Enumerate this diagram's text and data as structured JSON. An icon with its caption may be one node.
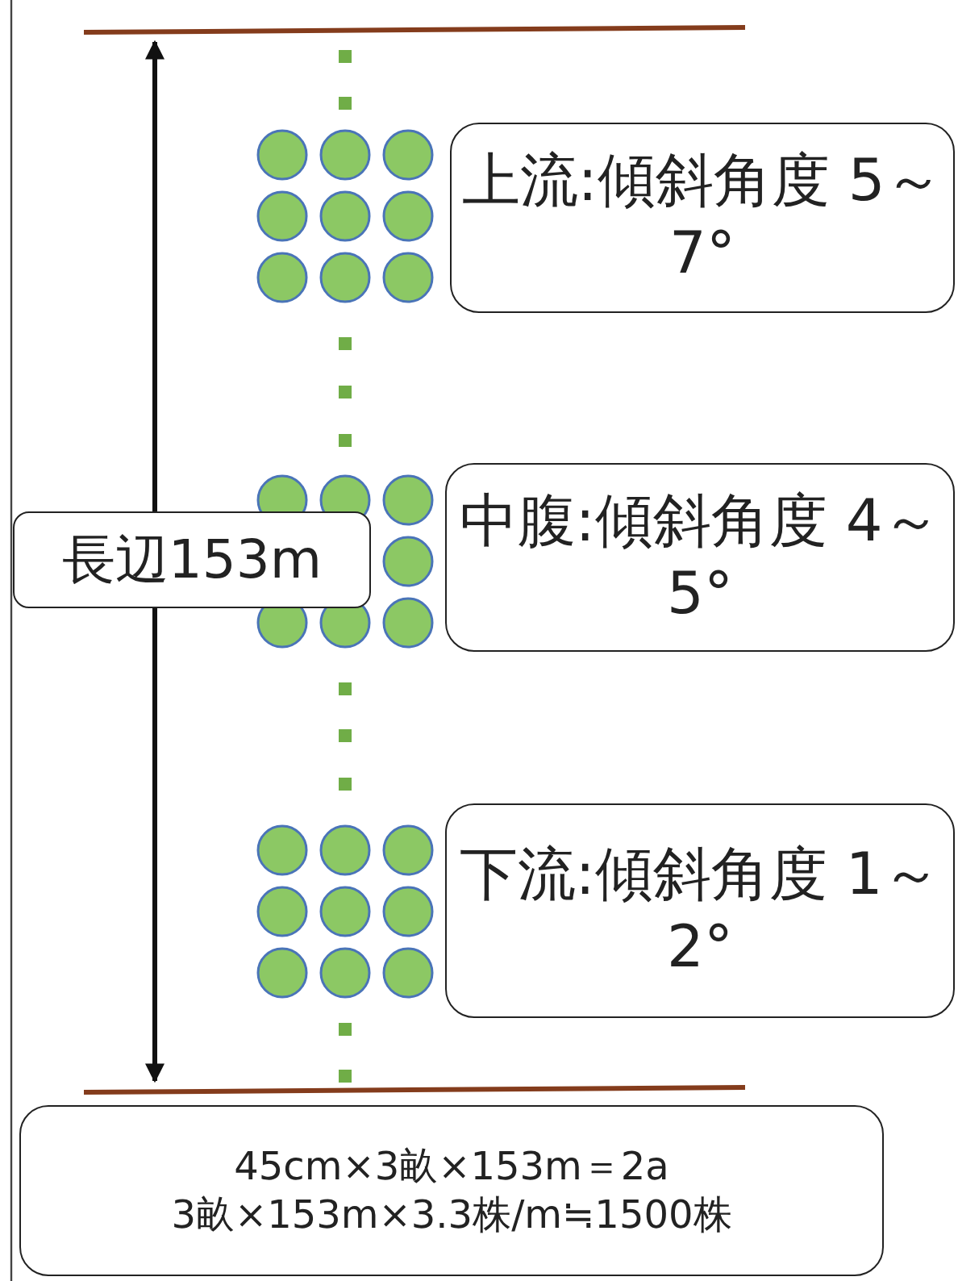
{
  "diagram": {
    "nodes": [
      {
        "text": [
          "上流:傾斜角度 5～7°"
        ]
      },
      {
        "text": [
          "中腹:傾斜角度 4～5°"
        ]
      },
      {
        "text": [
          "下流:傾斜角度 1～2°"
        ]
      },
      {
        "text": [
          "長辺153m"
        ]
      },
      {
        "text": [
          "45cm×3畝×153m＝2a",
          "3畝×153m×3.3株/m≒1500株"
        ]
      }
    ]
  }
}
